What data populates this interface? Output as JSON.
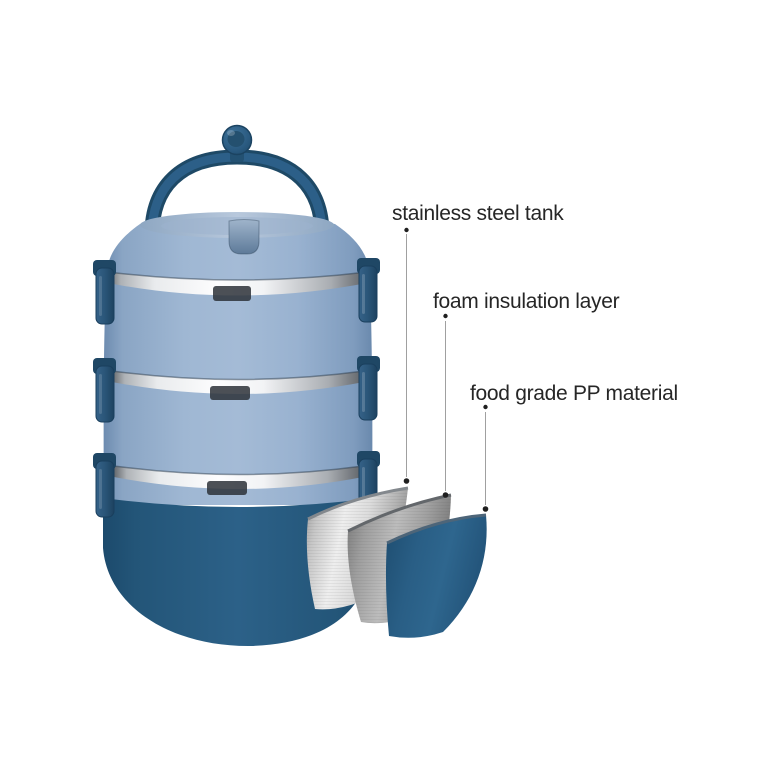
{
  "page": {
    "background_color": "#ffffff"
  },
  "product": {
    "description": "three-tier stacked insulated lunch box with carry handle and side latch clips",
    "colors": {
      "upper_tiers_light_blue": "#8fa9c7",
      "bottom_tier_dark_blue": "#27597f",
      "handle_clips_dark_blue": "#2a5578",
      "steel_band_silver": "#e9ebed",
      "label_text": "#262626",
      "leader_line_gray": "#a0a0a0"
    }
  },
  "callouts": [
    {
      "label": "stainless steel tank",
      "swatch": "brushed-steel-sheet"
    },
    {
      "label": "foam insulation layer",
      "swatch": "gray-foam-sheet"
    },
    {
      "label": "food grade PP material",
      "swatch": "blue-pp-sheet"
    }
  ]
}
